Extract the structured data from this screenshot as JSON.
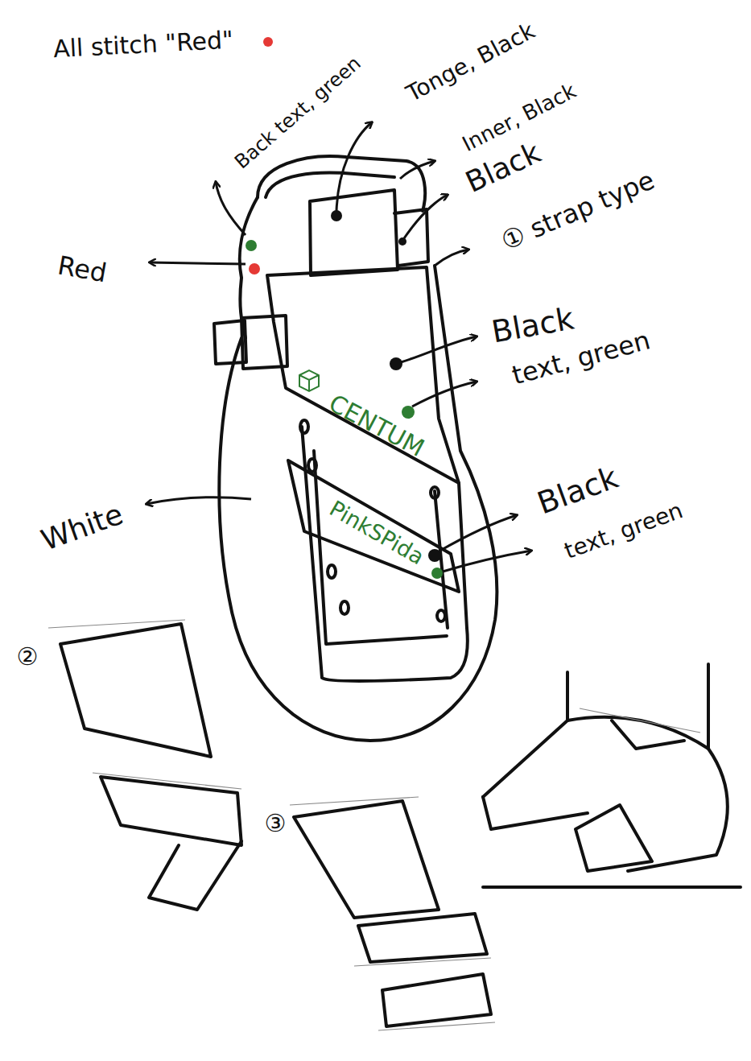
{
  "diagram": {
    "nodes": [
      {
        "text": [
          "CENTUM"
        ]
      },
      {
        "text": [
          "PinkSPida"
        ]
      }
    ],
    "labels": [
      "All stitch \"Red\"",
      "Back text, green",
      "Tonge, Black",
      "Inner, Black",
      "Black",
      "① strap type",
      "Red",
      "Black",
      "text, green",
      "Black",
      "text, green",
      "White",
      "②",
      "③"
    ]
  }
}
